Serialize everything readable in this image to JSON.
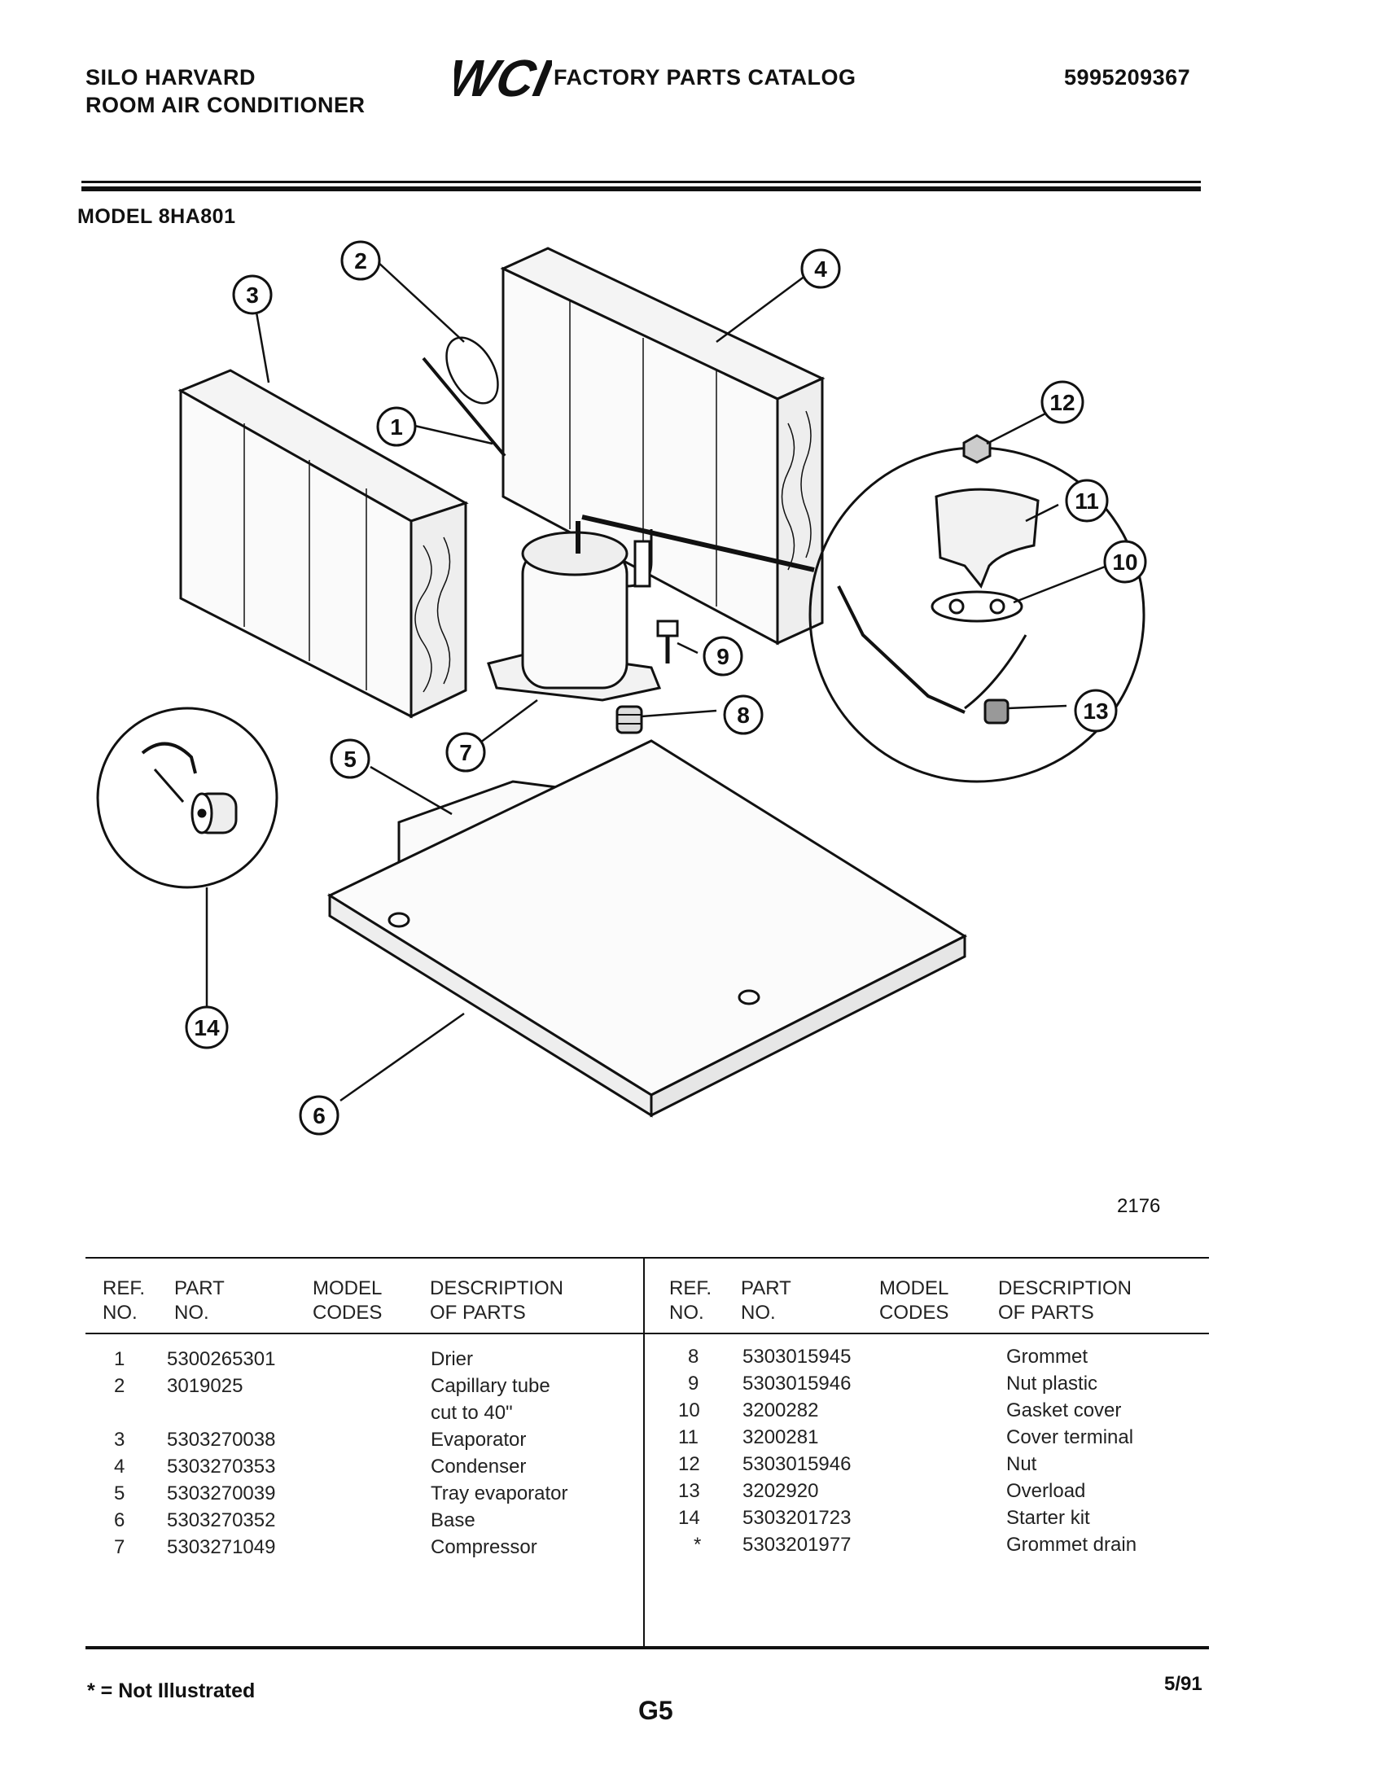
{
  "header": {
    "brand_line1": "SILO HARVARD",
    "brand_line2": "ROOM AIR CONDITIONER",
    "logo_text": "WCI",
    "catalog_title": "FACTORY PARTS CATALOG",
    "catalog_number": "5995209367"
  },
  "model": "MODEL 8HA801",
  "figure_number": "2176",
  "callouts": [
    "1",
    "2",
    "3",
    "4",
    "5",
    "6",
    "7",
    "8",
    "9",
    "10",
    "11",
    "12",
    "13",
    "14"
  ],
  "table": {
    "headers": {
      "ref_1": "REF.",
      "ref_2": "NO.",
      "part_1": "PART",
      "part_2": "NO.",
      "model_1": "MODEL",
      "model_2": "CODES",
      "desc_1": "DESCRIPTION",
      "desc_2": "OF PARTS"
    },
    "left_rows": [
      {
        "ref": "1",
        "part": "5300265301",
        "desc": "Drier"
      },
      {
        "ref": "2",
        "part": "3019025",
        "desc": "Capillary tube"
      },
      {
        "ref": "",
        "part": "",
        "desc": "cut to 40\""
      },
      {
        "ref": "3",
        "part": "5303270038",
        "desc": "Evaporator"
      },
      {
        "ref": "4",
        "part": "5303270353",
        "desc": "Condenser"
      },
      {
        "ref": "5",
        "part": "5303270039",
        "desc": "Tray evaporator"
      },
      {
        "ref": "6",
        "part": "5303270352",
        "desc": "Base"
      },
      {
        "ref": "7",
        "part": "5303271049",
        "desc": "Compressor"
      }
    ],
    "right_rows": [
      {
        "ref": "8",
        "part": "5303015945",
        "desc": "Grommet"
      },
      {
        "ref": "9",
        "part": "5303015946",
        "desc": "Nut plastic"
      },
      {
        "ref": "10",
        "part": "3200282",
        "desc": "Gasket cover"
      },
      {
        "ref": "11",
        "part": "3200281",
        "desc": "Cover terminal"
      },
      {
        "ref": "12",
        "part": "5303015946",
        "desc": "Nut"
      },
      {
        "ref": "13",
        "part": "3202920",
        "desc": "Overload"
      },
      {
        "ref": "14",
        "part": "5303201723",
        "desc": "Starter kit"
      },
      {
        "ref": "*",
        "part": "5303201977",
        "desc": "Grommet drain"
      }
    ]
  },
  "footer": {
    "note": "* = Not Illustrated",
    "date": "5/91",
    "page": "G5"
  }
}
